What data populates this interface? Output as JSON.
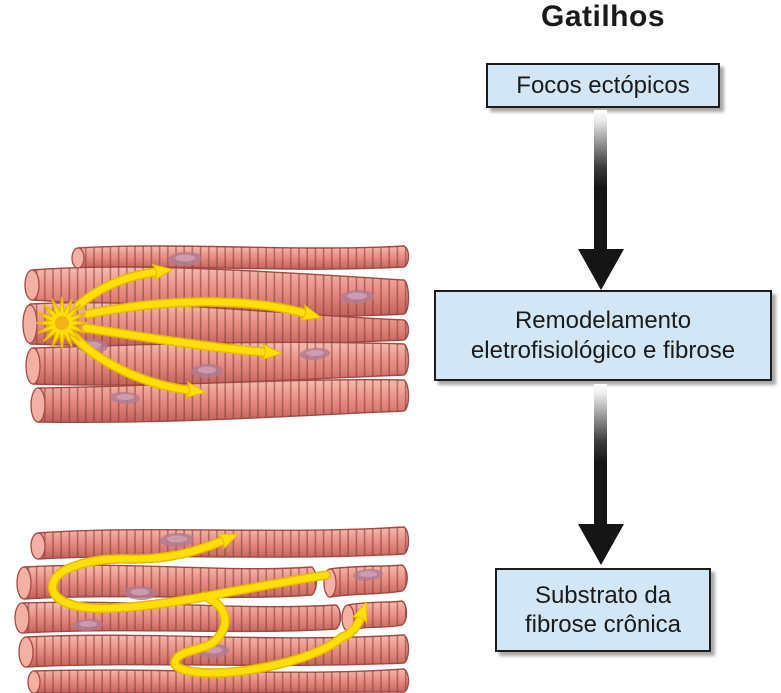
{
  "flowchart": {
    "title": "Gatilhos",
    "boxes": [
      {
        "id": "focos-ectopicos",
        "label": "Focos ectópicos"
      },
      {
        "id": "remodelamento",
        "label": "Remodelamento eletrofisiológico e fibrose"
      },
      {
        "id": "substrato",
        "label": "Substrato da fibrose crônica"
      }
    ],
    "connectors": [
      {
        "from": "Focos ectópicos",
        "to": "Remodelamento eletrofisiológico e fibrose",
        "type": "arrow-down"
      },
      {
        "from": "Remodelamento eletrofisiológico e fibrose",
        "to": "Substrato da fibrose crônica",
        "type": "arrow-down"
      }
    ]
  },
  "illustrations": {
    "top": {
      "name": "muscle-fibers-with-ectopic-focus",
      "elements": [
        "starburst-focus",
        "four-radiating-impulse-arrows"
      ]
    },
    "bottom": {
      "name": "muscle-fibers-with-reentry-circuit",
      "elements": [
        "looping-impulse-path-with-dead-end",
        "zigzag-impulse-path"
      ]
    }
  },
  "colors": {
    "box_fill": "#d3e6f5",
    "box_border": "#1c1c1c",
    "box_shadow_c": "#a9a9a9",
    "text_color": "#1a1a1a",
    "arrow_dark": "#151515",
    "impulse_yellow": "#ffdf00",
    "impulse_outline": "#e8b900",
    "starburst_core": "#f2ae1c",
    "fiber_highlight": "#f6bcb1",
    "fiber_mid": "#ee9d92",
    "fiber_main": "#e1837a",
    "fiber_shadow": "#c0625a",
    "fiber_outline": "#a34a44",
    "fiber_cap": "#f3b0a5",
    "striation": "#7e3b38",
    "nucleus": "#b27b91",
    "nucleus_highlight": "#cf9fb2",
    "background": "#ffffff"
  }
}
